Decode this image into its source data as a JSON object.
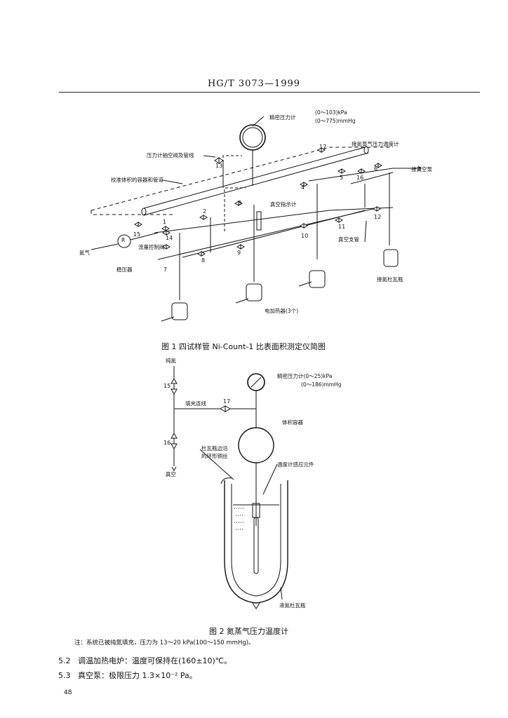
{
  "header": {
    "standard_no": "HG/T 3073—1999"
  },
  "figure1": {
    "caption": "图 1   四试样管 Ni-Count-1 比表面积测定仪简图",
    "labels": {
      "gauge": "精密压力计",
      "gauge_range_kpa": "(0～103)kPa",
      "gauge_range_mmhg": "(0～775)mmHg",
      "vent_valve": "压力计抽空阀及管线",
      "calib_vessel": "校准体积的容器和管道",
      "n2_thermometer": "接氮蒸气压力温度计",
      "to_vacuum_pump": "接真空泵",
      "vacuum_indicator": "真空指示计",
      "vacuum_branch": "真空支管",
      "flow_valve": "流量控制阀",
      "nitrogen": "氮气",
      "regulator": "稳压器",
      "regulator_symbol": "R",
      "dewar": "接氮杜瓦瓶",
      "heater": "电加热器(3个)"
    },
    "valve_numbers": [
      "1",
      "2",
      "3",
      "4",
      "5",
      "6",
      "7",
      "8",
      "9",
      "10",
      "11",
      "12",
      "13",
      "14",
      "15",
      "16",
      "17"
    ]
  },
  "figure2": {
    "caption": "图 2   氮蒸气压力温度计",
    "labels": {
      "pure_n2": "纯氮",
      "gauge": "精密压力计(0～25)kPa",
      "gauge_mmhg": "(0～186)mmHg",
      "fill_line": "填充连线",
      "volume_vessel": "体积容器",
      "dewar_rim_wire": "杜瓦瓶边沿",
      "dewar_rim_wire2": "的环形铜丝",
      "sensor": "温度计感应元件",
      "vacuum": "真空",
      "liquid_n2_dewar": "液氮杜瓦瓶"
    },
    "valve_numbers": {
      "v15": "15",
      "v17": "17",
      "v16": "16"
    }
  },
  "note": "注：系统已被纯氮填充，压力为 13～20 kPa(100～150 mmHg)。",
  "items": [
    {
      "no": "5.2",
      "text": "调温加热电炉：温度可保持在(160±10)℃。"
    },
    {
      "no": "5.3",
      "text": "真空泵：极限压力 1.3×10⁻² Pa。"
    }
  ],
  "page_number": "48"
}
